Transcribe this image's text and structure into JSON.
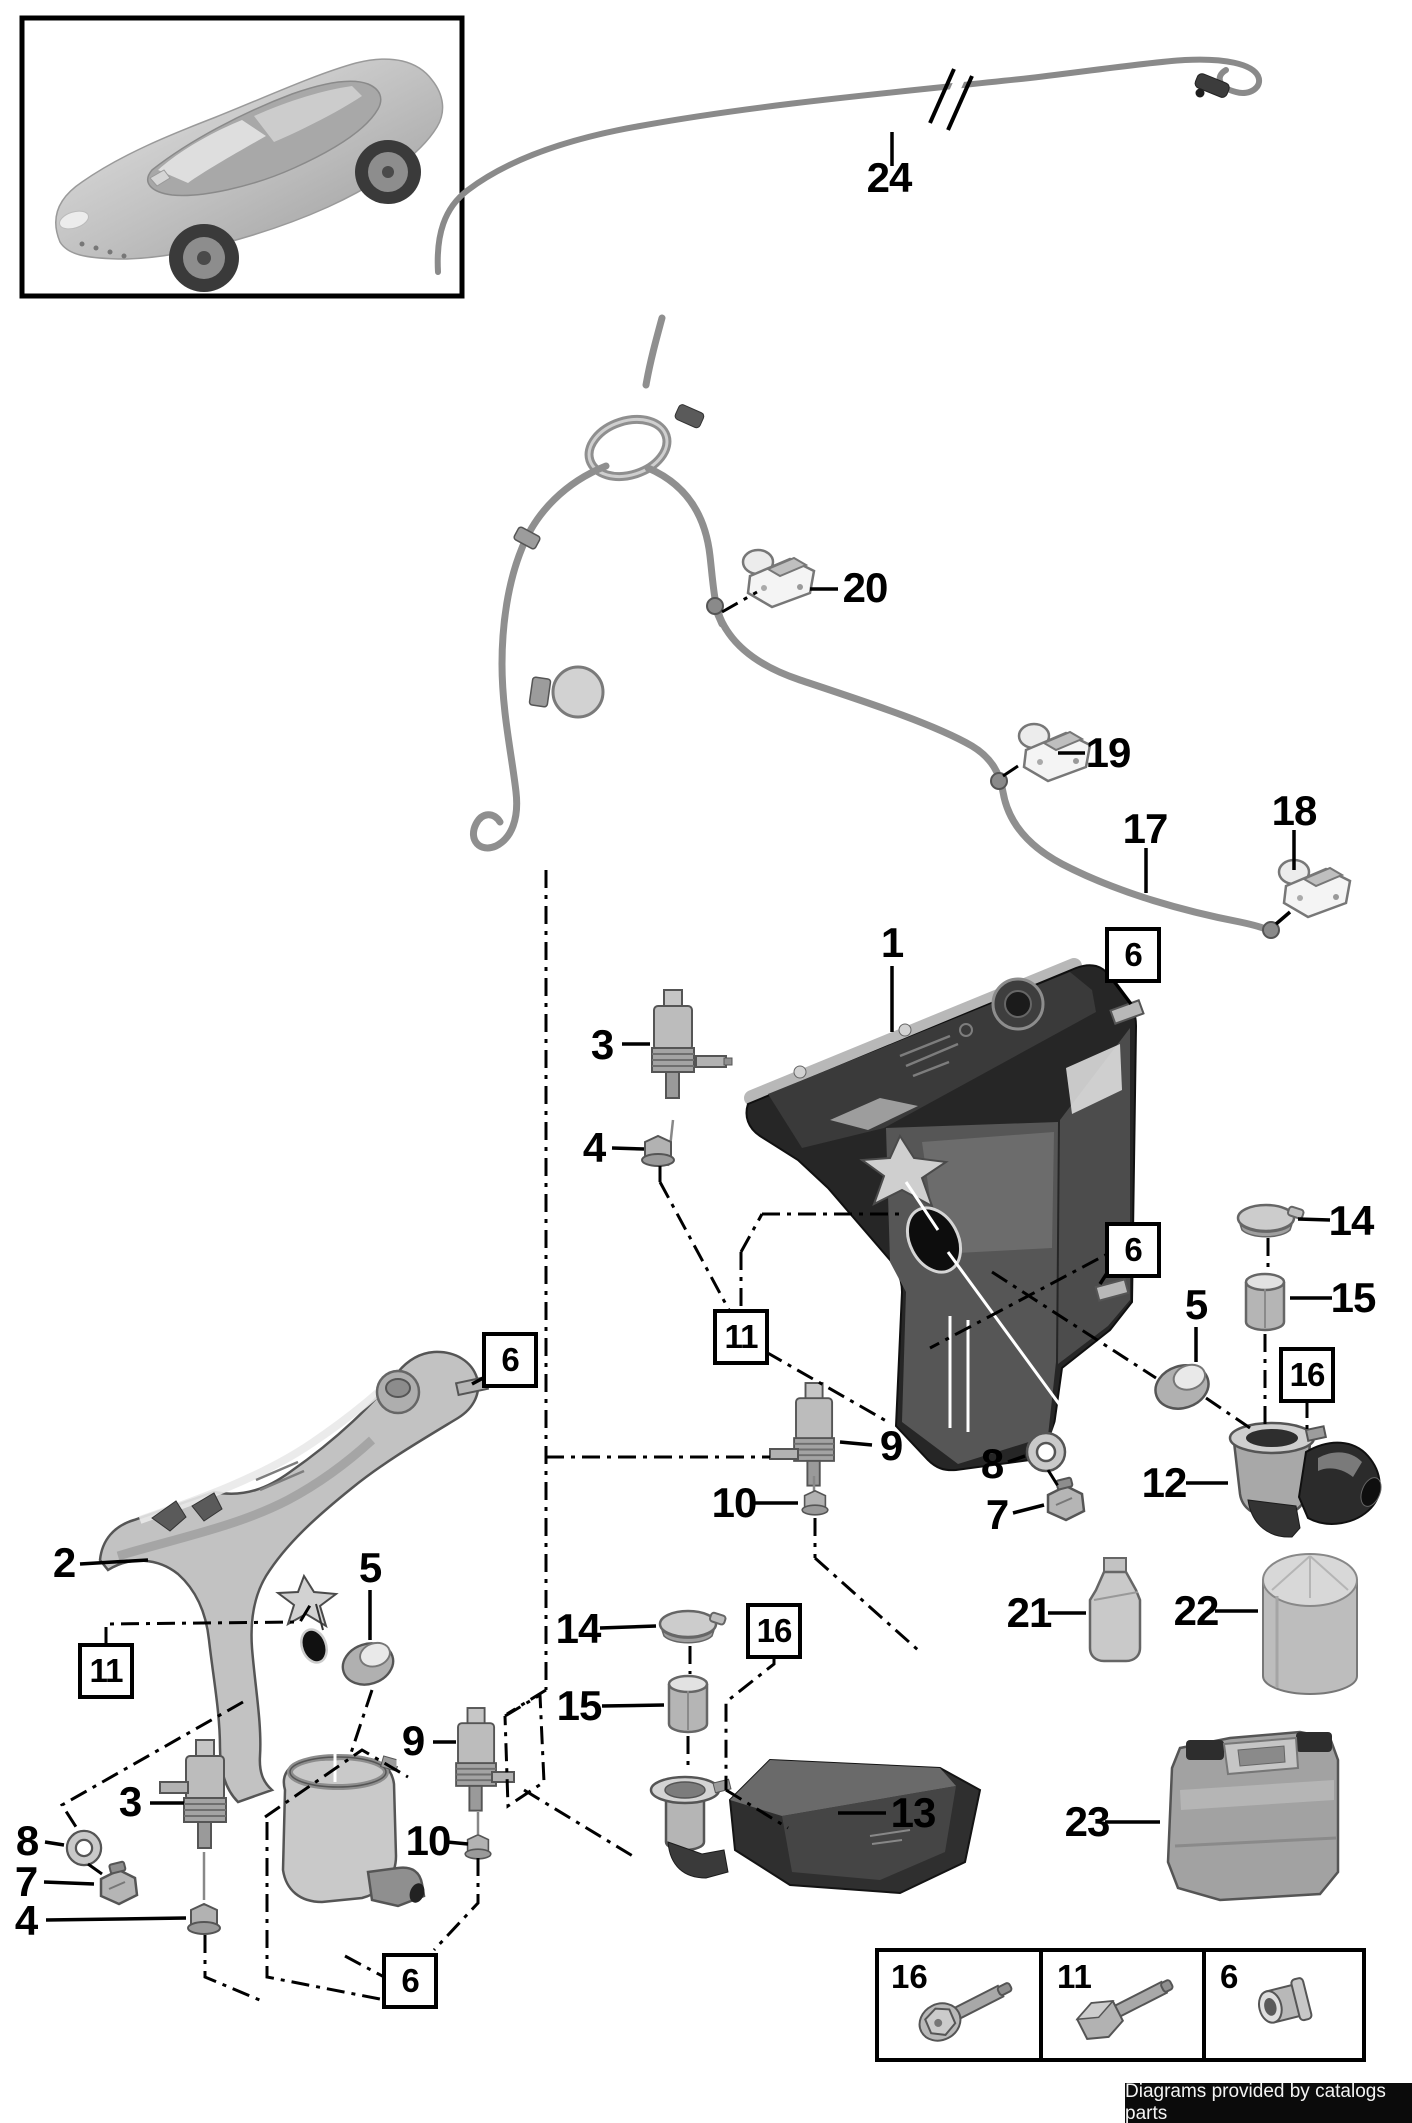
{
  "watermark": {
    "text": "Diagrams provided by catalogs parts"
  },
  "legend": {
    "cells": [
      {
        "label": "16",
        "icon": "screw-with-washer-icon"
      },
      {
        "label": "11",
        "icon": "hex-bolt-icon"
      },
      {
        "label": "6",
        "icon": "bushing-icon"
      }
    ]
  },
  "colors": {
    "background": "#ffffff",
    "line": "#000000",
    "hose": "#8f8f8f",
    "part_light": "#c6c6c6",
    "part_dark": "#2a2a2a",
    "watermark_bg": "#0b0b0b",
    "watermark_text": "#f4f4f4"
  },
  "callouts": [
    {
      "label": "24",
      "boxed": false
    },
    {
      "label": "20",
      "boxed": false
    },
    {
      "label": "19",
      "boxed": false
    },
    {
      "label": "17",
      "boxed": false
    },
    {
      "label": "18",
      "boxed": false
    },
    {
      "label": "1",
      "boxed": false
    },
    {
      "label": "6",
      "boxed": true
    },
    {
      "label": "3",
      "boxed": false
    },
    {
      "label": "4",
      "boxed": false
    },
    {
      "label": "6",
      "boxed": true
    },
    {
      "label": "14",
      "boxed": false
    },
    {
      "label": "15",
      "boxed": false
    },
    {
      "label": "5",
      "boxed": false
    },
    {
      "label": "16",
      "boxed": true
    },
    {
      "label": "11",
      "boxed": true
    },
    {
      "label": "9",
      "boxed": false
    },
    {
      "label": "8",
      "boxed": false
    },
    {
      "label": "12",
      "boxed": false
    },
    {
      "label": "7",
      "boxed": false
    },
    {
      "label": "10",
      "boxed": false
    },
    {
      "label": "6",
      "boxed": true
    },
    {
      "label": "2",
      "boxed": false
    },
    {
      "label": "5",
      "boxed": false
    },
    {
      "label": "11",
      "boxed": true
    },
    {
      "label": "14",
      "boxed": false
    },
    {
      "label": "15",
      "boxed": false
    },
    {
      "label": "16",
      "boxed": true
    },
    {
      "label": "21",
      "boxed": false
    },
    {
      "label": "22",
      "boxed": false
    },
    {
      "label": "9",
      "boxed": false
    },
    {
      "label": "3",
      "boxed": false
    },
    {
      "label": "8",
      "boxed": false
    },
    {
      "label": "7",
      "boxed": false
    },
    {
      "label": "4",
      "boxed": false
    },
    {
      "label": "10",
      "boxed": false
    },
    {
      "label": "13",
      "boxed": false
    },
    {
      "label": "23",
      "boxed": false
    },
    {
      "label": "6",
      "boxed": true
    }
  ]
}
